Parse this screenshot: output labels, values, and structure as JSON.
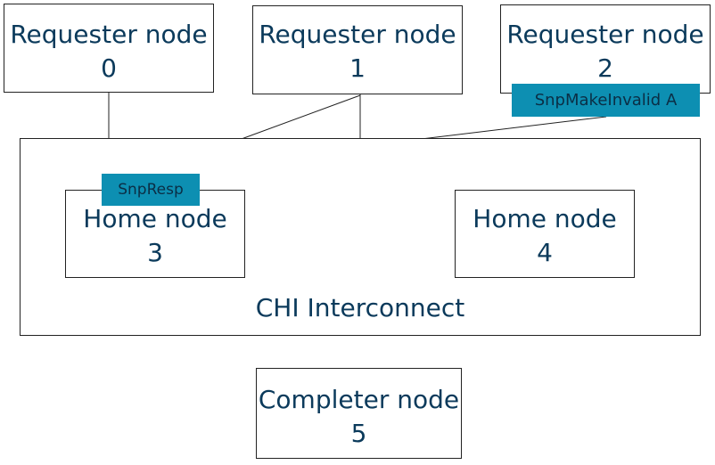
{
  "nodes": {
    "requester_0": {
      "title": "Requester node",
      "id": "0"
    },
    "requester_1": {
      "title": "Requester node",
      "id": "1"
    },
    "requester_2": {
      "title": "Requester node",
      "id": "2"
    },
    "home_3": {
      "title": "Home node",
      "id": "3"
    },
    "home_4": {
      "title": "Home node",
      "id": "4"
    },
    "completer_5": {
      "title": "Completer node",
      "id": "5"
    }
  },
  "interconnect": {
    "label": "CHI Interconnect"
  },
  "messages": {
    "snoop_request": "SnpMakeInvalid A",
    "snoop_response": "SnpResp"
  },
  "colors": {
    "text": "#0b3a5b",
    "border": "#222222",
    "message_tag": "#0d8fb2"
  }
}
